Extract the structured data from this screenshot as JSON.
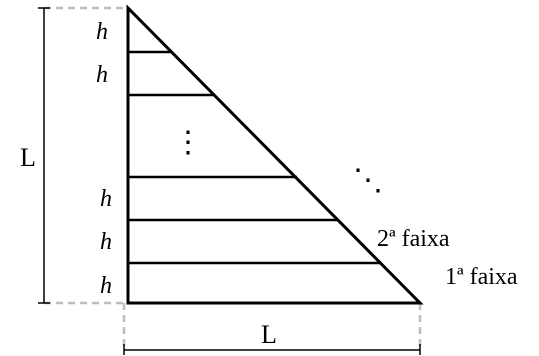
{
  "diagram": {
    "side_labels": {
      "vertical": "L",
      "horizontal": "L"
    },
    "strip_height_label": "h",
    "strip_labels": {
      "first": "1ª faixa",
      "second": "2ª faixa"
    },
    "ellipsis_vertical": "⋮",
    "ellipsis_diagonal": "⋱"
  }
}
